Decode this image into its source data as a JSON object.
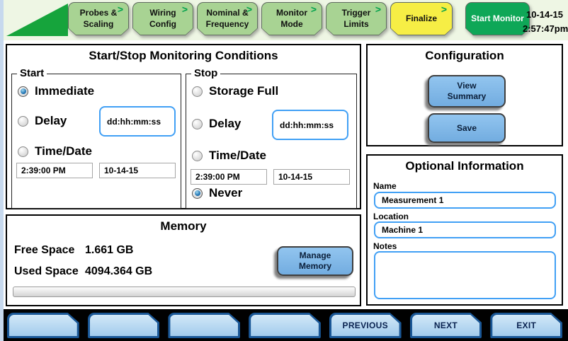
{
  "header": {
    "logo_icon": "green-triangle",
    "arrow_icon": ">",
    "tabs": [
      {
        "label": "Probes & Scaling"
      },
      {
        "label": "Wiring Config"
      },
      {
        "label": "Nominal & Frequency"
      },
      {
        "label": "Monitor Mode"
      },
      {
        "label": "Trigger Limits"
      },
      {
        "label": "Finalize"
      },
      {
        "label": "Start Monitor"
      }
    ],
    "date": "10-14-15",
    "time": "2:57:47pm"
  },
  "monitoring": {
    "title": "Start/Stop Monitoring Conditions",
    "start": {
      "legend": "Start",
      "options": [
        {
          "label": "Immediate",
          "selected": true
        },
        {
          "label": "Delay",
          "selected": false
        },
        {
          "label": "Time/Date",
          "selected": false
        }
      ],
      "delay_value": "dd:hh:mm:ss",
      "time_value": "2:39:00 PM",
      "date_value": "10-14-15"
    },
    "stop": {
      "legend": "Stop",
      "options": [
        {
          "label": "Storage Full",
          "selected": false
        },
        {
          "label": "Delay",
          "selected": false
        },
        {
          "label": "Time/Date",
          "selected": false
        },
        {
          "label": "Never",
          "selected": true
        }
      ],
      "delay_value": "dd:hh:mm:ss",
      "time_value": "2:39:00 PM",
      "date_value": "10-14-15"
    }
  },
  "configuration": {
    "title": "Configuration",
    "view_summary_label": "View Summary",
    "save_label": "Save"
  },
  "optional_info": {
    "title": "Optional Information",
    "name_label": "Name",
    "name_value": "Measurement 1",
    "location_label": "Location",
    "location_value": "Machine 1",
    "notes_label": "Notes",
    "notes_value": ""
  },
  "memory": {
    "title": "Memory",
    "free_label": "Free Space",
    "free_value": "1.661 GB",
    "used_label": "Used Space",
    "used_value": "4094.364 GB",
    "manage_label": "Manage Memory",
    "progress_percent": 0
  },
  "footer": {
    "buttons": [
      "",
      "",
      "",
      "",
      "PREVIOUS",
      "NEXT",
      "EXIT"
    ]
  }
}
